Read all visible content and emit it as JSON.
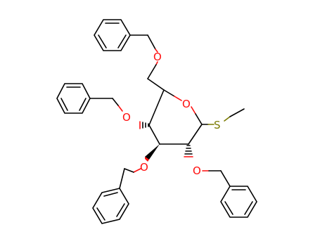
{
  "molecule": {
    "colors": {
      "bond": "#000000",
      "oxygen": "#ff0d0d",
      "sulfur": "#7a7a00",
      "background": "#ffffff"
    },
    "atoms": {
      "ring_oxygen": "O",
      "sulfur": "S",
      "o6": "O",
      "o4": "O",
      "o3": "O",
      "o2": "O"
    }
  }
}
